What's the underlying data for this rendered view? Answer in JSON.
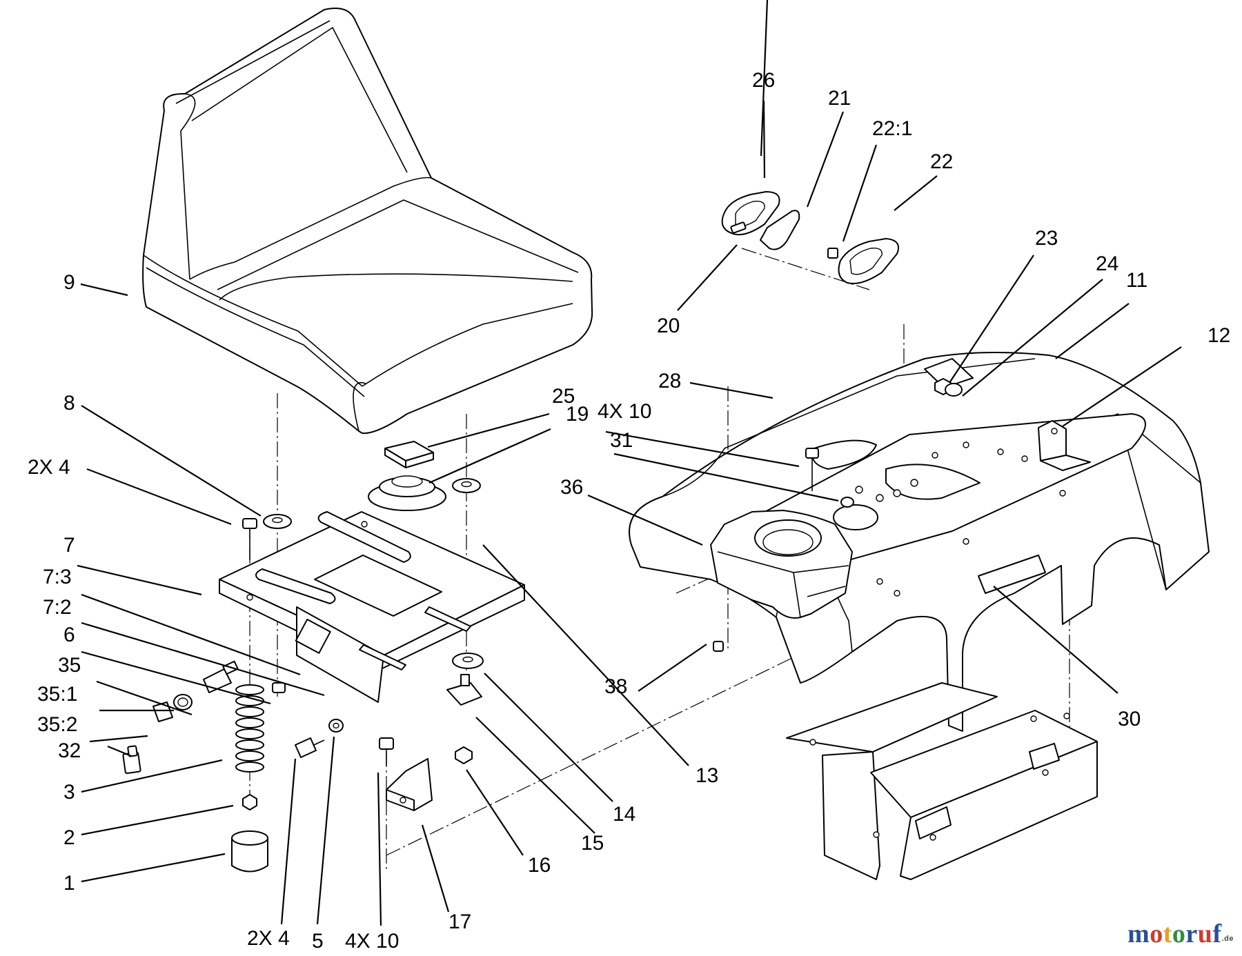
{
  "callouts": {
    "c1": "1",
    "c2": "2",
    "c3": "3",
    "c5": "5",
    "c6": "6",
    "c7": "7",
    "c7_2": "7:2",
    "c7_3": "7:3",
    "c8": "8",
    "c9": "9",
    "c11": "11",
    "c12": "12",
    "c13": "13",
    "c14": "14",
    "c15": "15",
    "c16": "16",
    "c17": "17",
    "c19": "19",
    "c20": "20",
    "c21": "21",
    "c22": "22",
    "c22_1": "22:1",
    "c23": "23",
    "c24": "24",
    "c25": "25",
    "c26": "26",
    "c28": "28",
    "c30": "30",
    "c31": "31",
    "c32": "32",
    "c35": "35",
    "c35_1": "35:1",
    "c35_2": "35:2",
    "c36": "36",
    "c38": "38",
    "qty_2x4_top": "2X 4",
    "qty_2x4_bottom": "2X 4",
    "qty_4x10_bottom": "4X 10",
    "qty_4x10_right": "4X 10"
  },
  "watermark": {
    "letters": [
      {
        "char": "m",
        "color": "#2a4f9a"
      },
      {
        "char": "o",
        "color": "#d23b2b"
      },
      {
        "char": "t",
        "color": "#e8a020"
      },
      {
        "char": "o",
        "color": "#2f8f3a"
      },
      {
        "char": "r",
        "color": "#2a4f9a"
      },
      {
        "char": "u",
        "color": "#d23b2b"
      },
      {
        "char": "f",
        "color": "#2a4f9a"
      }
    ],
    "suffix": ".de"
  }
}
